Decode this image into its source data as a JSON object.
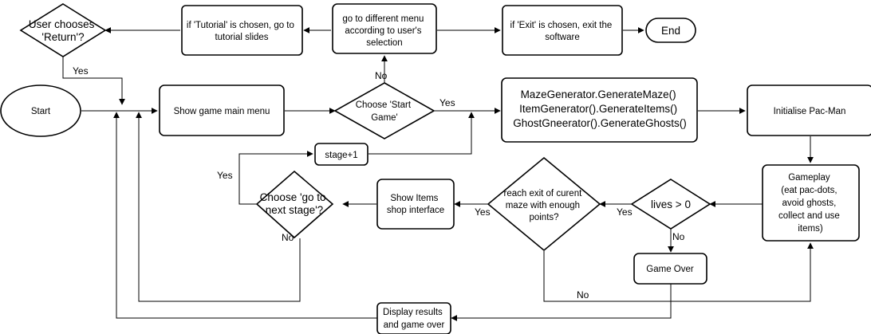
{
  "nodes": {
    "start": "Start",
    "main_menu": "Show game main menu",
    "choose_start": [
      "Choose 'Start",
      "Game'"
    ],
    "generate": [
      "MazeGenerator.GenerateMaze()",
      "ItemGenerator().GenerateItems()",
      "GhostGneerator().GenerateGhosts()"
    ],
    "init_pacman": "Initialise Pac-Man",
    "gameplay": [
      "Gameplay",
      "(eat pac-dots,",
      "avoid ghosts,",
      "collect and use",
      "items)"
    ],
    "lives": "lives > 0",
    "reach_exit": [
      "reach exit of curent",
      "maze with enough",
      "points?"
    ],
    "items_shop": [
      "Show Items",
      "shop interface"
    ],
    "next_stage": [
      "Choose 'go to",
      "next stage'?"
    ],
    "stage_plus": "stage+1",
    "game_over": "Game Over",
    "display_results": [
      "Display results",
      "and game over"
    ],
    "menu_select": [
      "go to different menu",
      "according to user's",
      "selection"
    ],
    "tutorial": [
      "if 'Tutorial' is chosen, go to",
      "tutorial slides"
    ],
    "user_return": [
      "User chooses",
      "'Return'?"
    ],
    "exit_choice": [
      "if 'Exit' is chosen, exit the",
      "software"
    ],
    "end": "End"
  },
  "edge_labels": {
    "start_yes": "Yes",
    "start_no": "No",
    "return_yes": "Yes",
    "lives_yes": "Yes",
    "lives_no": "No",
    "exit_yes": "Yes",
    "exit_no": "No",
    "stage_yes": "Yes",
    "stage_no": "No"
  },
  "colors": {
    "stroke": "#000000",
    "fill": "#ffffff"
  }
}
